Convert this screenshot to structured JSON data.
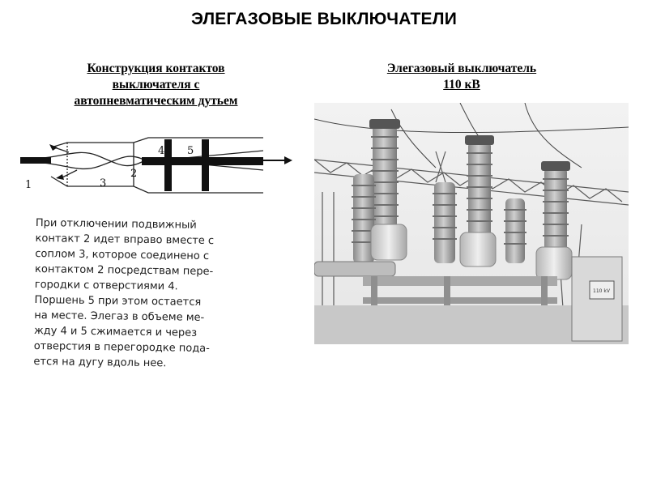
{
  "title": "ЭЛЕГАЗОВЫЕ ВЫКЛЮЧАТЕЛИ",
  "left_heading": [
    "Конструкция контактов",
    "выключателя с",
    "автопневматическим дутьем"
  ],
  "right_heading": [
    "Элегазовый выключатель",
    "110 кВ"
  ],
  "diagram": {
    "labels": [
      "1",
      "2",
      "3",
      "4",
      "5"
    ]
  },
  "description_lines": [
    "При отключении подвижный",
    "контакт 2 идет вправо вместе с",
    "соплом 3, которое соединено с",
    "контактом 2 посредствам пере-",
    "городки с отверстиями 4.",
    "Поршень 5 при этом остается",
    "на месте. Элегаз в объеме ме-",
    "жду 4 и 5 сжимается и через",
    "отверстия в перегородке пода-",
    "ется на дугу вдоль нее."
  ],
  "photo": {
    "plate_text": "110 kV"
  }
}
